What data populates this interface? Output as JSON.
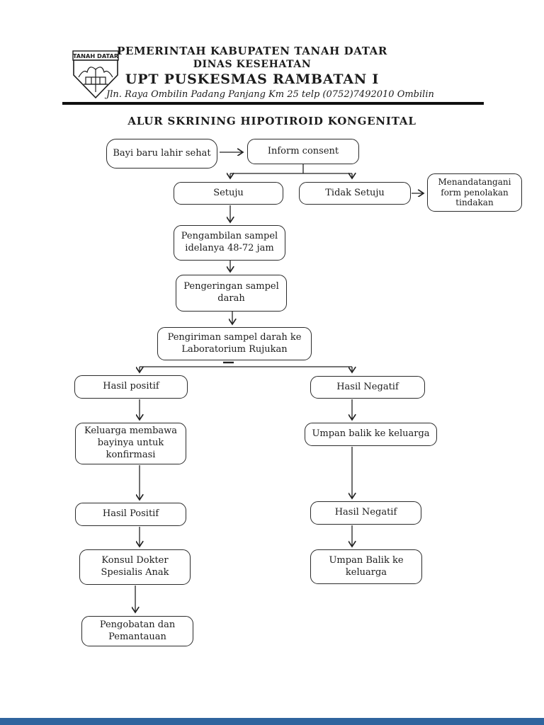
{
  "header": {
    "logo_text": "TANAH DATAR",
    "line1": "PEMERINTAH KABUPATEN TANAH DATAR",
    "line2": "DINAS KESEHATAN",
    "line3": "UPT PUSKESMAS  RAMBATAN I",
    "line4": "Jln. Raya Ombilin Padang Panjang Km 25 telp (0752)7492010 Ombilin"
  },
  "title": "ALUR SKRINING HIPOTIROID KONGENITAL",
  "flowchart": {
    "nodes": [
      {
        "id": "bayi-baru-lahir",
        "label": "Bayi baru lahir sehat"
      },
      {
        "id": "inform-consent",
        "label": "Inform consent"
      },
      {
        "id": "setuju",
        "label": "Setuju"
      },
      {
        "id": "tidak-setuju",
        "label": "Tidak Setuju"
      },
      {
        "id": "menandatangani-form",
        "label": "Menandatangani form penolakan tindakan"
      },
      {
        "id": "pengambilan-sampel",
        "label": "Pengambilan sampel idelanya 48-72 jam"
      },
      {
        "id": "pengeringan-sampel",
        "label": "Pengeringan sampel darah"
      },
      {
        "id": "pengiriman-sampel",
        "label": "Pengiriman sampel darah ke Laboratorium Rujukan"
      },
      {
        "id": "hasil-positif-1",
        "label": "Hasil positif"
      },
      {
        "id": "hasil-negatif-1",
        "label": "Hasil Negatif"
      },
      {
        "id": "keluarga-membawa",
        "label": "Keluarga membawa bayinya untuk konfirmasi"
      },
      {
        "id": "umpan-balik-1",
        "label": "Umpan balik ke keluarga"
      },
      {
        "id": "hasil-positif-2",
        "label": "Hasil Positif"
      },
      {
        "id": "hasil-negatif-2",
        "label": "Hasil Negatif"
      },
      {
        "id": "konsul-dokter",
        "label": "Konsul Dokter Spesialis Anak"
      },
      {
        "id": "umpan-balik-2",
        "label": "Umpan Balik ke keluarga"
      },
      {
        "id": "pengobatan",
        "label": "Pengobatan dan Pemantauan"
      }
    ],
    "edges": [
      {
        "from": "bayi-baru-lahir",
        "to": "inform-consent"
      },
      {
        "from": "inform-consent",
        "to": "setuju"
      },
      {
        "from": "inform-consent",
        "to": "tidak-setuju"
      },
      {
        "from": "tidak-setuju",
        "to": "menandatangani-form"
      },
      {
        "from": "setuju",
        "to": "pengambilan-sampel"
      },
      {
        "from": "pengambilan-sampel",
        "to": "pengeringan-sampel"
      },
      {
        "from": "pengeringan-sampel",
        "to": "pengiriman-sampel"
      },
      {
        "from": "pengiriman-sampel",
        "to": "hasil-positif-1"
      },
      {
        "from": "pengiriman-sampel",
        "to": "hasil-negatif-1"
      },
      {
        "from": "hasil-positif-1",
        "to": "keluarga-membawa"
      },
      {
        "from": "hasil-negatif-1",
        "to": "umpan-balik-1"
      },
      {
        "from": "keluarga-membawa",
        "to": "hasil-positif-2"
      },
      {
        "from": "umpan-balik-1",
        "to": "hasil-negatif-2"
      },
      {
        "from": "hasil-positif-2",
        "to": "konsul-dokter"
      },
      {
        "from": "hasil-negatif-2",
        "to": "umpan-balik-2"
      },
      {
        "from": "konsul-dokter",
        "to": "pengobatan"
      }
    ]
  },
  "colors": {
    "ink": "#1c1c1c",
    "paper": "#ffffff",
    "footer_bar": "#2f649e"
  }
}
